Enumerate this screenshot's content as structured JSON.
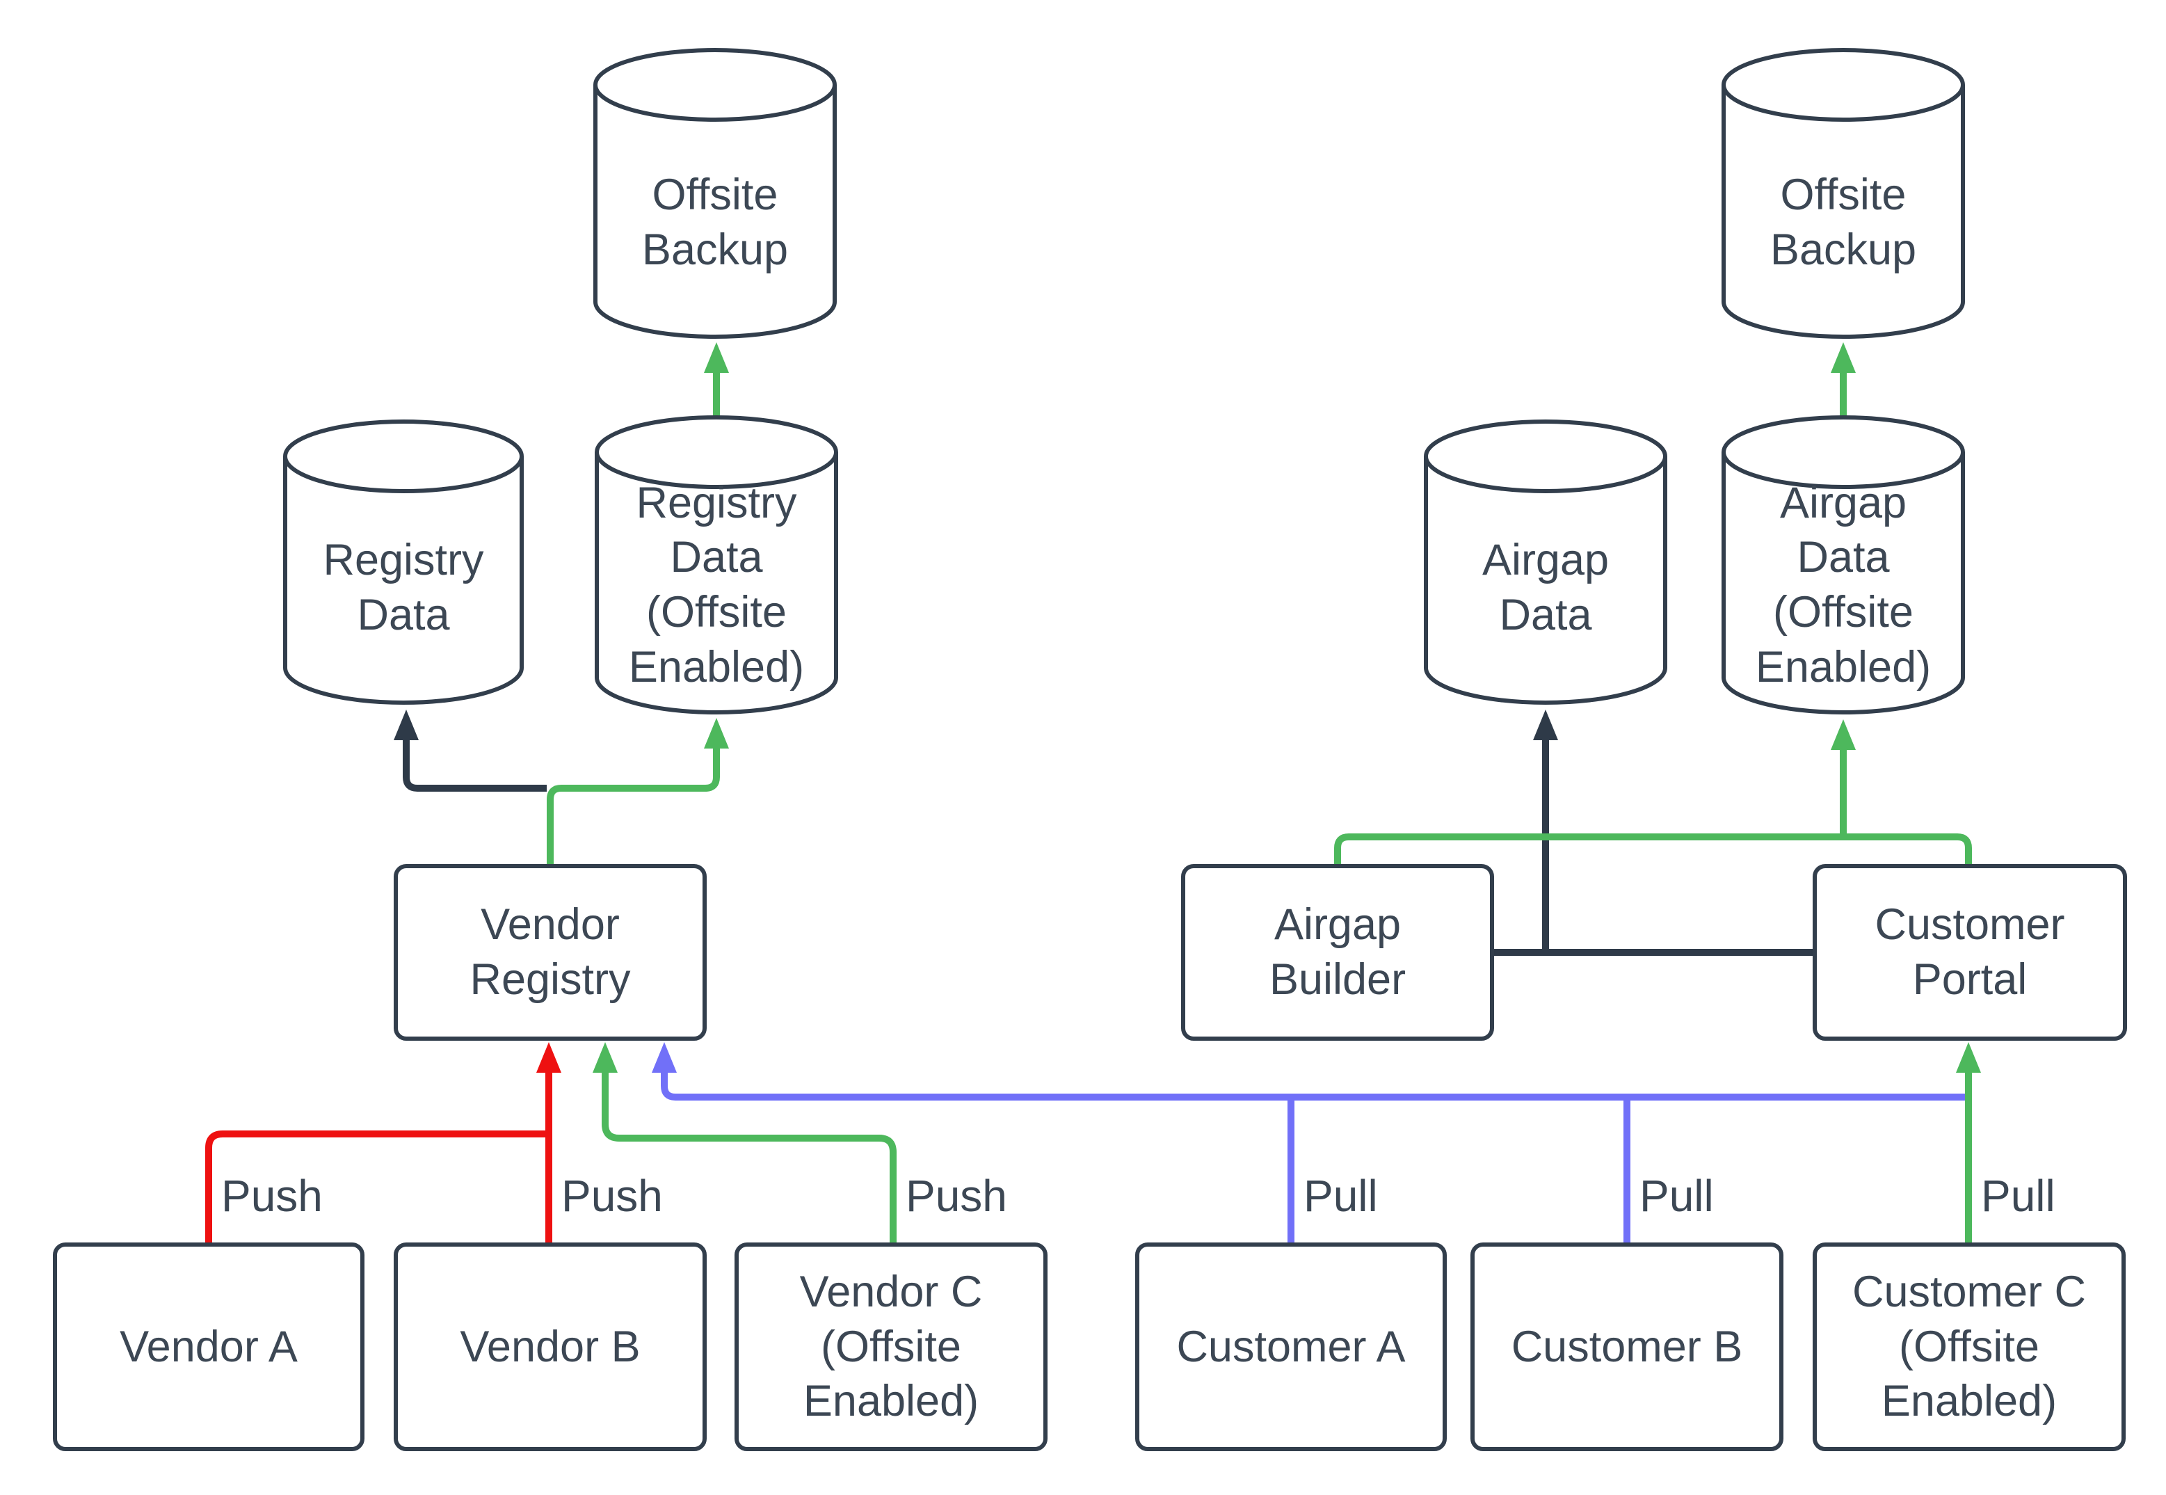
{
  "diagram_title": "",
  "colors": {
    "dark_edge": "#2e3a48",
    "red_edge": "#ee1111",
    "green_edge": "#4db85c",
    "blue_edge": "#7170f8",
    "node_border": "#323e4c",
    "text": "#3c4754",
    "background": "#ffffff"
  },
  "nodes": {
    "offsite_backup_l": {
      "label": "Offsite\nBackup",
      "shape": "cylinder"
    },
    "registry_data": {
      "label": "Registry\nData",
      "shape": "cylinder"
    },
    "registry_data_offsite": {
      "label": "Registry\nData\n(Offsite\nEnabled)",
      "shape": "cylinder"
    },
    "vendor_registry": {
      "label": "Vendor\nRegistry",
      "shape": "box"
    },
    "vendor_a": {
      "label": "Vendor A",
      "shape": "box"
    },
    "vendor_b": {
      "label": "Vendor B",
      "shape": "box"
    },
    "vendor_c": {
      "label": "Vendor C\n(Offsite\nEnabled)",
      "shape": "box"
    },
    "offsite_backup_r": {
      "label": "Offsite\nBackup",
      "shape": "cylinder"
    },
    "airgap_data": {
      "label": "Airgap\nData",
      "shape": "cylinder"
    },
    "airgap_data_offsite": {
      "label": "Airgap\nData\n(Offsite\nEnabled)",
      "shape": "cylinder"
    },
    "airgap_builder": {
      "label": "Airgap\nBuilder",
      "shape": "box"
    },
    "customer_portal": {
      "label": "Customer\nPortal",
      "shape": "box"
    },
    "customer_a": {
      "label": "Customer A",
      "shape": "box"
    },
    "customer_b": {
      "label": "Customer B",
      "shape": "box"
    },
    "customer_c": {
      "label": "Customer C\n(Offsite\nEnabled)",
      "shape": "box"
    }
  },
  "edge_labels": {
    "push_vendor_a": "Push",
    "push_vendor_b": "Push",
    "push_vendor_c": "Push",
    "pull_customer_a": "Pull",
    "pull_customer_b": "Pull",
    "pull_customer_c": "Pull"
  },
  "edges": [
    {
      "from": "vendor_a",
      "to": "vendor_registry",
      "color": "red_edge",
      "label": "Push"
    },
    {
      "from": "vendor_b",
      "to": "vendor_registry",
      "color": "red_edge",
      "label": "Push"
    },
    {
      "from": "vendor_c",
      "to": "vendor_registry",
      "color": "green_edge",
      "label": "Push"
    },
    {
      "from": "customer_a",
      "to": "vendor_registry",
      "color": "blue_edge",
      "label": "Pull"
    },
    {
      "from": "customer_b",
      "to": "vendor_registry",
      "color": "blue_edge",
      "label": "Pull"
    },
    {
      "from": "customer_c",
      "to": "customer_portal",
      "color": "green_edge",
      "label": "Pull"
    },
    {
      "from": "vendor_registry",
      "to": "registry_data",
      "color": "dark_edge"
    },
    {
      "from": "vendor_registry",
      "to": "registry_data_offsite",
      "color": "green_edge"
    },
    {
      "from": "registry_data_offsite",
      "to": "offsite_backup_l",
      "color": "green_edge"
    },
    {
      "from": "airgap_builder",
      "to": "airgap_data",
      "color": "dark_edge"
    },
    {
      "from": "customer_portal",
      "to": "airgap_data",
      "color": "dark_edge"
    },
    {
      "from": "airgap_builder",
      "to": "airgap_data_offsite",
      "color": "green_edge"
    },
    {
      "from": "customer_portal",
      "to": "airgap_data_offsite",
      "color": "green_edge"
    },
    {
      "from": "airgap_data_offsite",
      "to": "offsite_backup_r",
      "color": "green_edge"
    }
  ]
}
